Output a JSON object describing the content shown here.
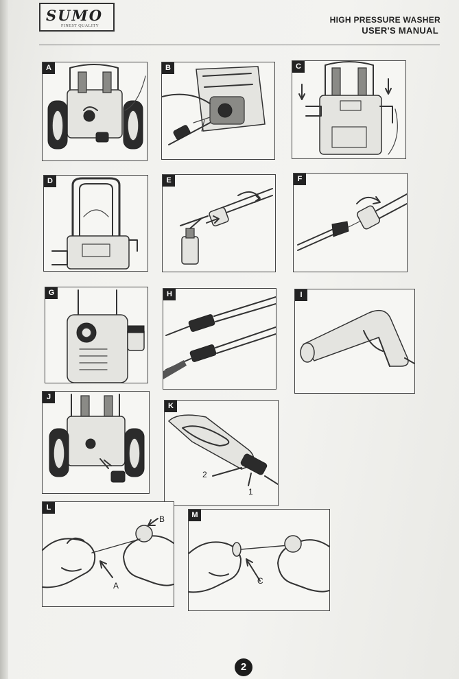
{
  "header": {
    "brand": "SUMO",
    "tagline": "FINEST QUALITY",
    "title_line1": "HIGH PRESSURE WASHER",
    "title_line2": "USER'S MANUAL"
  },
  "panels": {
    "a": {
      "label": "A"
    },
    "b": {
      "label": "B"
    },
    "c": {
      "label": "C"
    },
    "d": {
      "label": "D"
    },
    "e": {
      "label": "E"
    },
    "f": {
      "label": "F"
    },
    "g": {
      "label": "G"
    },
    "h": {
      "label": "H"
    },
    "i": {
      "label": "I"
    },
    "j": {
      "label": "J"
    },
    "k": {
      "label": "K",
      "callout_1": "1",
      "callout_2": "2"
    },
    "l": {
      "label": "L",
      "callout_a": "A",
      "callout_b": "B"
    },
    "m": {
      "label": "M",
      "callout_c": "C"
    }
  },
  "footer": {
    "page_number": "2"
  },
  "icons": [
    "washer-rear-icon",
    "inlet-connector-icon",
    "hose-connect-icon",
    "handle-install-icon",
    "arrow-down-icon",
    "handle-upright-icon",
    "detergent-bottle-icon",
    "lance-icon",
    "nozzle-icon",
    "spray-gun-icon",
    "hand-icon",
    "needle-icon"
  ]
}
